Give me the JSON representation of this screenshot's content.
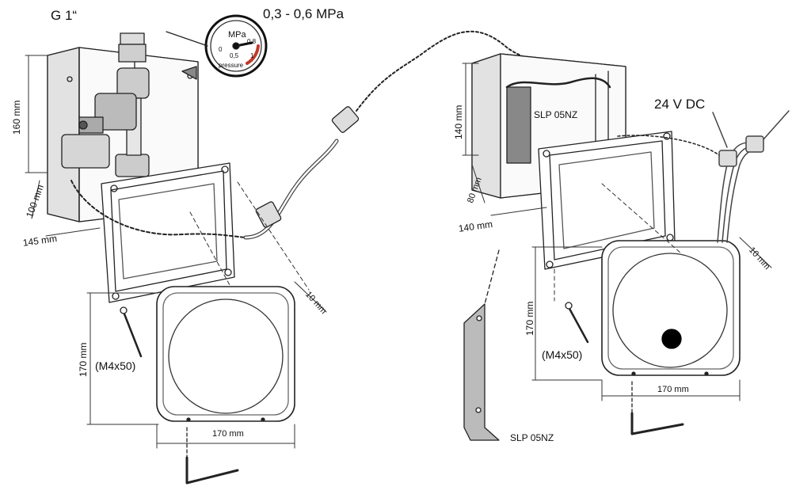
{
  "labels": {
    "thread": "G 1“",
    "pressure": "0,3 - 0,6 MPa",
    "gauge_unit": "MPa",
    "gauge_caption": "pressure",
    "gauge_tick_low": "0",
    "gauge_tick_mid": "0,5",
    "gauge_tick_high": "0,8",
    "gauge_tick_one": "1",
    "voltage": "24 V DC",
    "module_in_box": "SLP 05NZ",
    "module_bracket": "SLP 05NZ"
  },
  "left_unit": {
    "height": "160 mm",
    "depth": "100 mm",
    "width": "145 mm",
    "plate_offset": "10 mm",
    "cover_height": "170 mm",
    "cover_width": "170 mm",
    "screw": "(M4x50)"
  },
  "right_unit": {
    "height": "140 mm",
    "depth": "80 mm",
    "width": "140 mm",
    "plate_offset": "10 mm",
    "cover_height": "170 mm",
    "cover_width": "170 mm",
    "screw": "(M4x50)"
  },
  "icons": [
    "pressure-gauge-icon",
    "allen-key-icon",
    "screw-icon",
    "connector-icon",
    "sensor-window-icon"
  ]
}
